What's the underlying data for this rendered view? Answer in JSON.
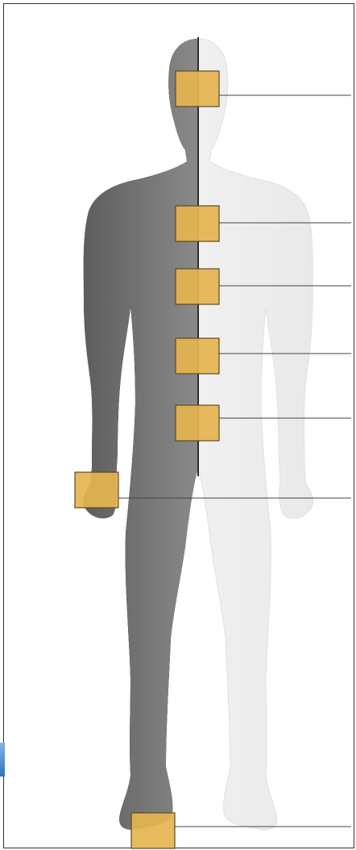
{
  "figure": {
    "subject": "human-body-front",
    "left_half_tone": "#767676",
    "right_half_tone": "#f3f3f3",
    "marker_color": "#e6b450",
    "marker_stroke": "#5a4a2a",
    "leader_color": "#444444"
  },
  "markers": [
    {
      "name": "head-marker"
    },
    {
      "name": "chest-marker"
    },
    {
      "name": "upper-abdomen-marker"
    },
    {
      "name": "lower-abdomen-marker"
    },
    {
      "name": "pelvis-marker"
    },
    {
      "name": "hand-marker"
    },
    {
      "name": "foot-marker"
    }
  ]
}
